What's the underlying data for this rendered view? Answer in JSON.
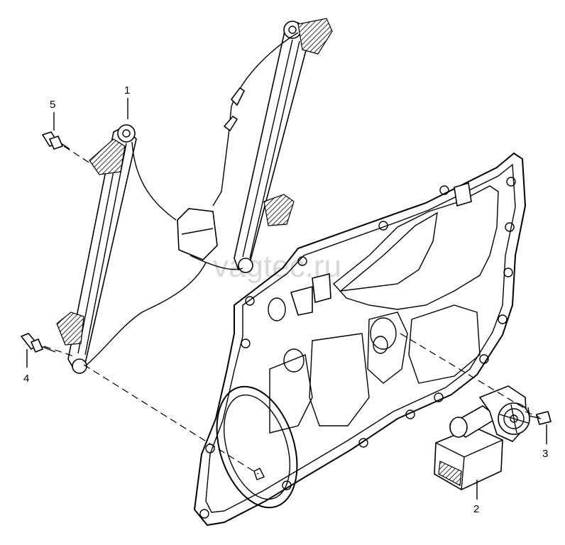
{
  "watermark": "vagtec.ru",
  "callouts": [
    {
      "id": "1",
      "part": "window-regulator"
    },
    {
      "id": "2",
      "part": "control-unit"
    },
    {
      "id": "3",
      "part": "screw"
    },
    {
      "id": "4",
      "part": "rivet"
    },
    {
      "id": "5",
      "part": "rivet"
    }
  ]
}
